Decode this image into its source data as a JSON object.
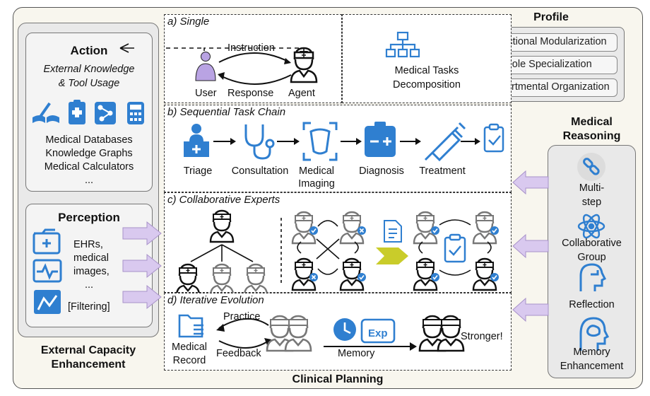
{
  "main_title": "Clinical Planning",
  "left_panel": {
    "title": "External Capacity Enhancement",
    "action": {
      "title": "Action",
      "subtitle_line1": "External Knowledge",
      "subtitle_line2": "& Tool Usage",
      "items": [
        "Medical Databases",
        "Knowledge Graphs",
        "Medical Calculators",
        "..."
      ]
    },
    "perception": {
      "title": "Perception",
      "items": [
        "EHRs,",
        "medical",
        "images,",
        "...",
        "[Filtering]"
      ]
    }
  },
  "profile": {
    "title": "Profile",
    "items": [
      "Functional Modularization",
      "Role Specialization",
      "Departmental Organization"
    ]
  },
  "right_panel": {
    "title_line1": "Medical",
    "title_line2": "Reasoning",
    "items": [
      {
        "line1": "Multi-",
        "line2": "step",
        "icon": "link-icon"
      },
      {
        "line1": "Collaborative",
        "line2": "Group",
        "icon": "atom-icon"
      },
      {
        "line1": "Reflection",
        "line2": "",
        "icon": "reflection-head-icon"
      },
      {
        "line1": "Memory",
        "line2": "Enhancement",
        "icon": "brain-head-icon"
      }
    ]
  },
  "single": {
    "title": "a) Single",
    "user": "User",
    "agent": "Agent",
    "instruction": "Instruction",
    "response": "Response",
    "decomp_line1": "Medical Tasks",
    "decomp_line2": "Decomposition"
  },
  "chain": {
    "title": "b) Sequential Task Chain",
    "steps": [
      {
        "line1": "Triage",
        "line2": ""
      },
      {
        "line1": "Consultation",
        "line2": ""
      },
      {
        "line1": "Medical",
        "line2": "Imaging"
      },
      {
        "line1": "Diagnosis",
        "line2": ""
      },
      {
        "line1": "Treatment",
        "line2": ""
      }
    ]
  },
  "collab": {
    "title": "c) Collaborative Experts"
  },
  "iterative": {
    "title": "d) Iterative Evolution",
    "record_line1": "Medical",
    "record_line2": "Record",
    "practice": "Practice",
    "feedback": "Feedback",
    "memory": "Memory",
    "exp": "Exp",
    "stronger": "Stronger!"
  },
  "colors": {
    "accent_blue": "#2f7fd0",
    "light_blue": "#5aa9e6",
    "purple": "#b9a3e3",
    "arrow_purple": "#d9c9ef",
    "yellow_green": "#c9cc2a"
  }
}
